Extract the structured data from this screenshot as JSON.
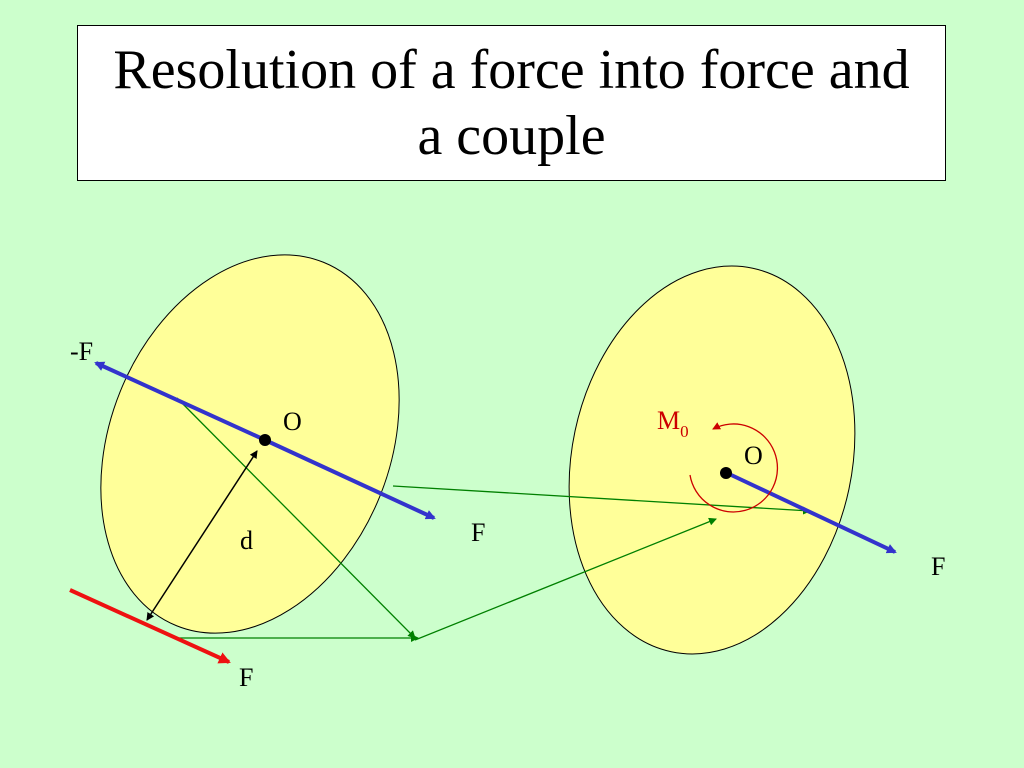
{
  "title": "Resolution of a force into force and a couple",
  "labels": {
    "neg_force": "-F",
    "point_left": "O",
    "force_left_line": "F",
    "distance": "d",
    "force_original": "F",
    "moment_main": "M",
    "moment_sub": "0",
    "point_right": "O",
    "force_right": "F"
  },
  "colors": {
    "background": "#ccffcc",
    "body_fill": "#ffff99",
    "blue_force": "#3333cc",
    "red_force": "#ee1111",
    "green_lines": "#008000",
    "moment": "#cc0000"
  }
}
